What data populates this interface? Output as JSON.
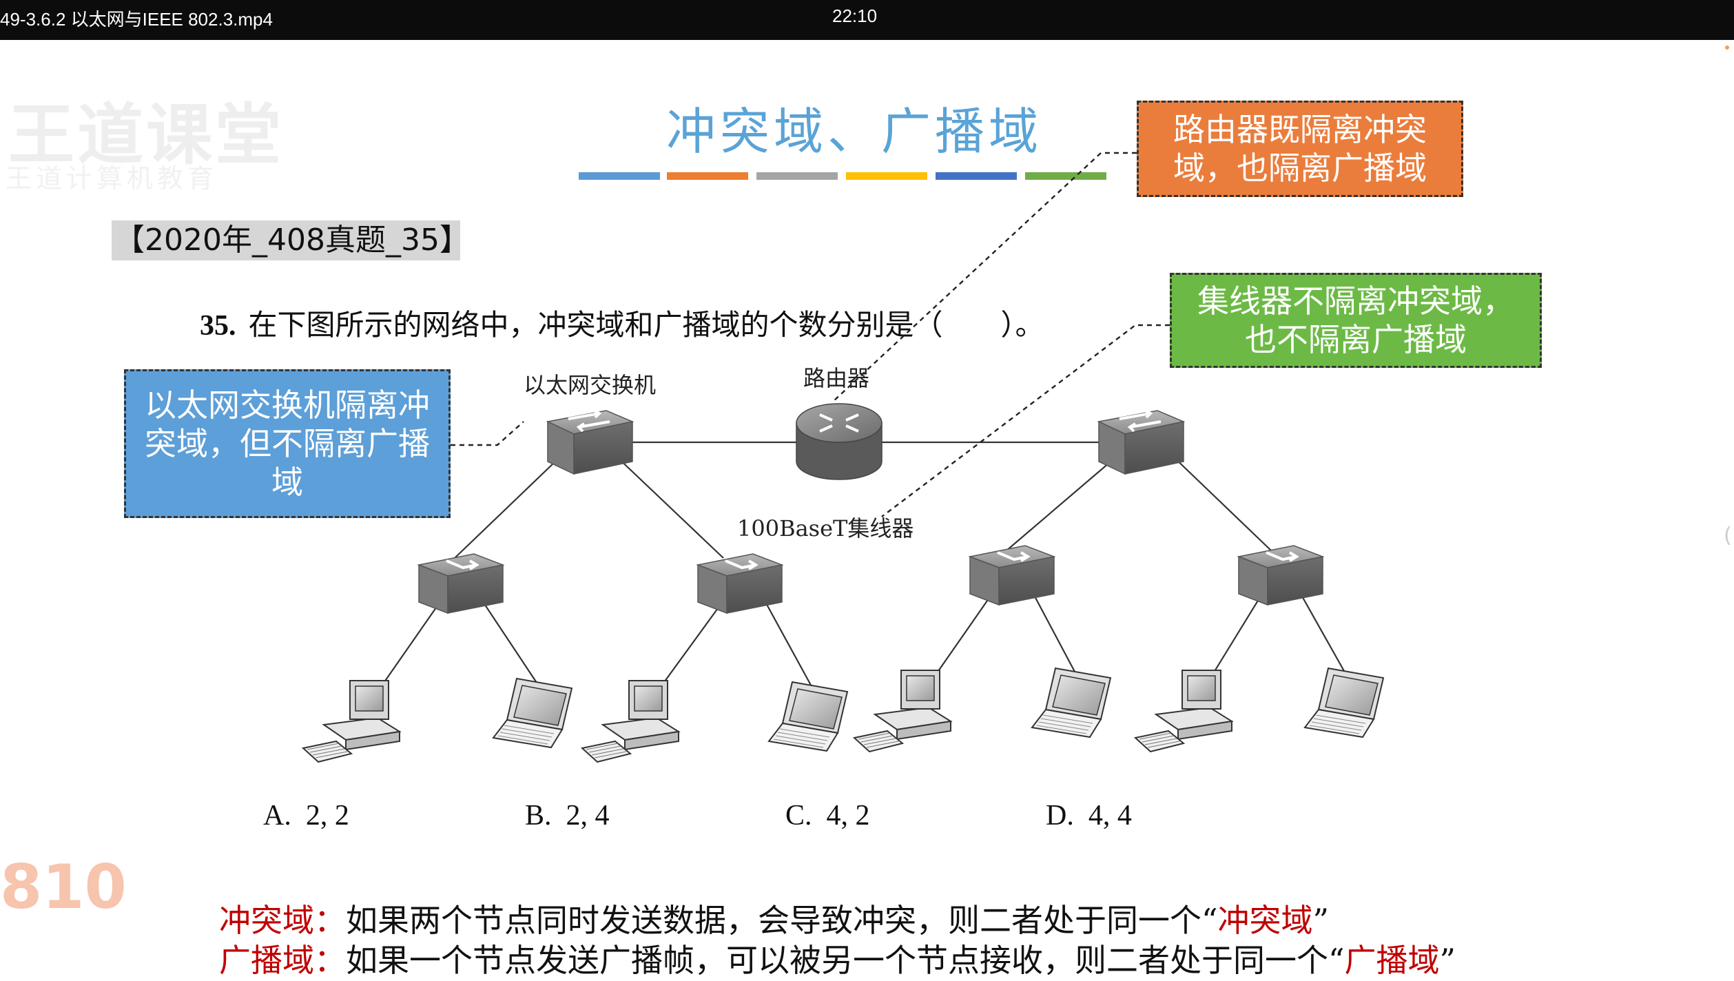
{
  "player": {
    "filename": "49-3.6.2 以太网与IEEE 802.3.mp4",
    "time": "22:10"
  },
  "watermark": {
    "brand": "王道课堂",
    "sub": "王道计算机教育"
  },
  "page_number": "810",
  "slide": {
    "title": "冲突域、广播域",
    "title_bar_colors": [
      "#5b9bd5",
      "#ed7d31",
      "#a5a5a5",
      "#ffc000",
      "#4472c4",
      "#70ad47"
    ]
  },
  "exam_tag": "【2020年_408真题_35】",
  "question": {
    "number": "35.",
    "text": "在下图所示的网络中，冲突域和广播域的个数分别是（　　）。"
  },
  "callouts": {
    "router": "路由器既隔离冲突域，也隔离广播域",
    "hub": "集线器不隔离冲突域，也不隔离广播域",
    "switch": "以太网交换机隔离冲突域，但不隔离广播域"
  },
  "network_labels": {
    "switch": "以太网交换机",
    "router": "路由器",
    "hub": "100BaseT集线器"
  },
  "options": [
    {
      "label": "A.",
      "value": "2, 2"
    },
    {
      "label": "B.",
      "value": "2, 4"
    },
    {
      "label": "C.",
      "value": "4, 2"
    },
    {
      "label": "D.",
      "value": "4, 4"
    }
  ],
  "definitions": [
    {
      "term": "冲突域：",
      "text": "如果两个节点同时发送数据，会导致冲突，则二者处于同一个",
      "quote_open": "“",
      "highlight": "冲突域",
      "quote_close": "”"
    },
    {
      "term": "广播域：",
      "text": "如果一个节点发送广播帧，可以被另一个节点接收，则二者处于同一个",
      "quote_open": "“",
      "highlight": "广播域",
      "quote_close": "”"
    }
  ]
}
